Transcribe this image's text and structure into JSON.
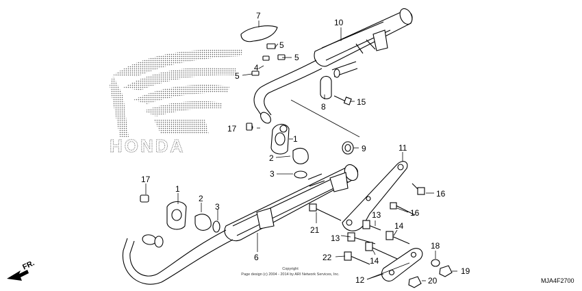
{
  "diagram": {
    "callouts": [
      "1",
      "1",
      "2",
      "2",
      "3",
      "3",
      "4",
      "5",
      "5",
      "5",
      "6",
      "7",
      "8",
      "9",
      "10",
      "11",
      "12",
      "13",
      "13",
      "14",
      "14",
      "15",
      "16",
      "16",
      "17",
      "17",
      "18",
      "19",
      "20",
      "21",
      "22"
    ],
    "brand_watermark": "HONDA",
    "direction_label": "FR.",
    "copyright_line1": "Copyright",
    "copyright_line2": "Page design (c) 2004 - 2014 by ARI Network Services, Inc.",
    "diagram_code": "MJA4F2700"
  }
}
